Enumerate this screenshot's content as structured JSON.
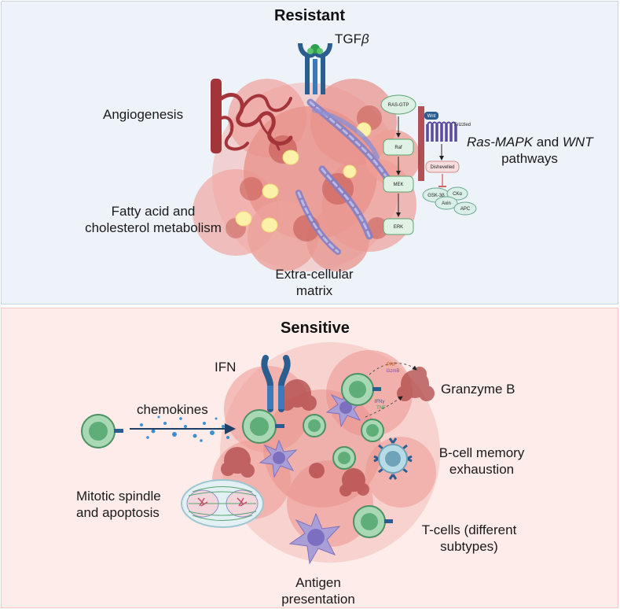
{
  "resistant": {
    "title": "Resistant",
    "tgf_prefix": "TGF",
    "tgf_symbol": "β",
    "angiogenesis": "Angiogenesis",
    "fatty_line1": "Fatty acid and",
    "fatty_line2": "cholesterol metabolism",
    "ecm_line1": "Extra-cellular",
    "ecm_line2": "matrix",
    "pathway_ras": "Ras-MAPK",
    "pathway_and": " and ",
    "pathway_wnt": "WNT",
    "pathway_line2": "pathways",
    "mapk": {
      "ras_gtp": "RAS-GTP",
      "raf": "Raf",
      "mek": "MEK",
      "erk": "ERK"
    },
    "wnt": {
      "wnt": "Wnt",
      "frizzled": "Frizzled",
      "dishevelled": "Dishevelled",
      "gsk": "GSK-3β",
      "ck": "CKα",
      "axin": "Axin",
      "apc": "APC"
    }
  },
  "sensitive": {
    "title": "Sensitive",
    "ifn": "IFN",
    "chemokines": "chemokines",
    "granzyme": "Granzyme B",
    "bcell_line1": "B-cell memory",
    "bcell_line2": "exhaustion",
    "mitotic_line1": "Mitotic spindle",
    "mitotic_line2": "and apoptosis",
    "tcells_line1": "T-cells (different",
    "tcells_line2": "subtypes)",
    "antigen_line1": "Antigen",
    "antigen_line2": "presentation",
    "release_labels": {
      "prf": "PRF",
      "gzmb": "GzmB",
      "ifng": "IFNγ",
      "tnf": "TNF"
    }
  },
  "colors": {
    "resistant_bg": "#eef3fa",
    "sensitive_bg": "#fdecea",
    "tumor": "#e8928c",
    "tumor_dark": "#c9605a",
    "tcell": "#74b889",
    "dendritic": "#a99fd6",
    "receptor": "#2b5d8f",
    "ecm": "#7e7ec4",
    "vessel": "#a3343a",
    "lipid": "#fbf1a8"
  }
}
